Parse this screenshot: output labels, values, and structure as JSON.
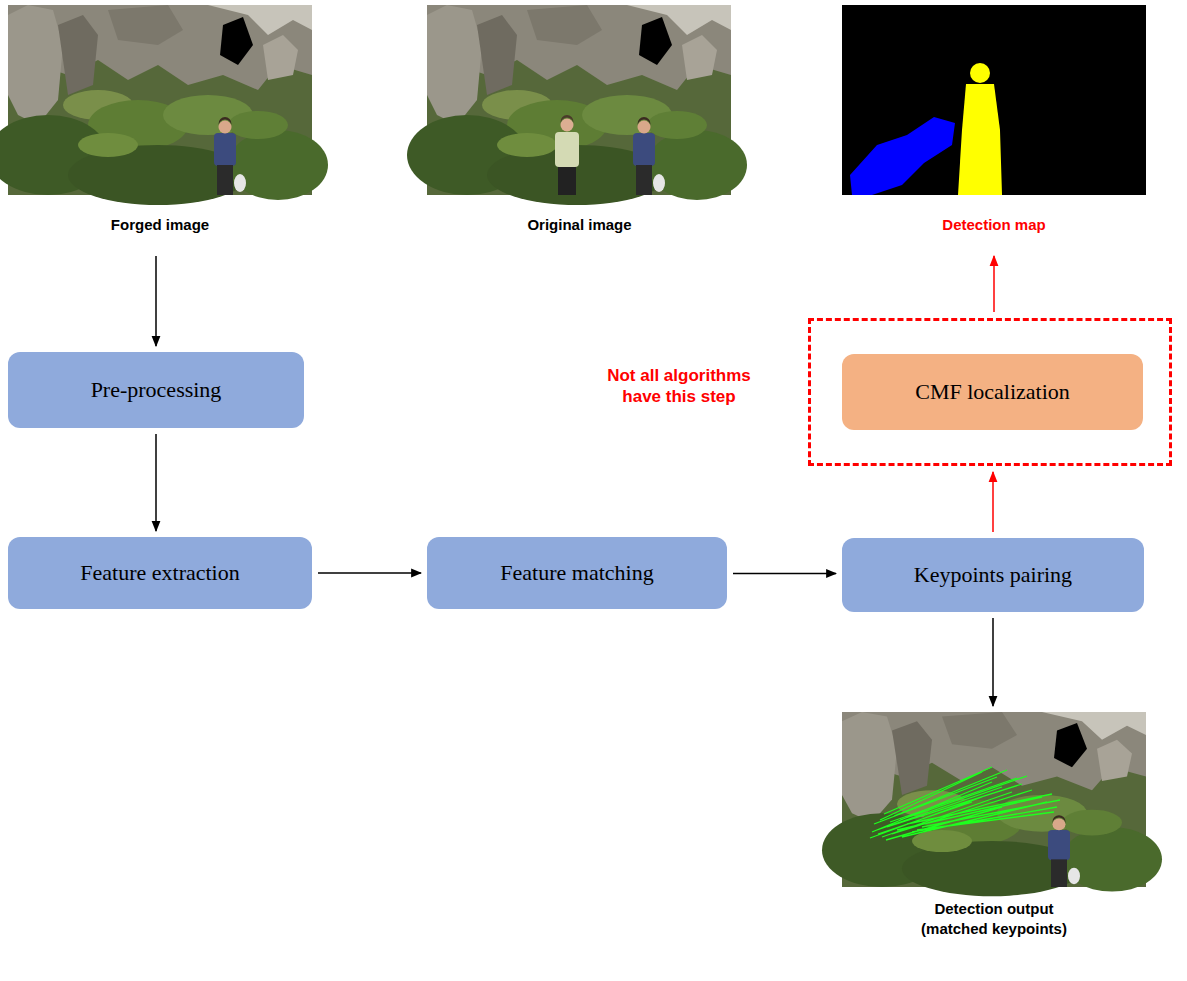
{
  "diagram": {
    "nodes": [
      {
        "text": [
          "Forged image"
        ]
      },
      {
        "text": [
          "Original image"
        ]
      },
      {
        "text": [
          "Detection map"
        ]
      },
      {
        "text": [
          "Pre-processing"
        ]
      },
      {
        "text": [
          "Not all algorithms have this step"
        ]
      },
      {
        "text": [
          "CMF localization"
        ],
        "in": 4
      },
      {
        "text": [
          "Feature extraction"
        ]
      },
      {
        "text": [
          "Feature matching"
        ]
      },
      {
        "text": [
          "Keypoints pairing"
        ]
      },
      {
        "text": [
          "Detection output (matched keypoints)"
        ]
      }
    ],
    "edges": [
      {
        "from": 0,
        "to": 3,
        "arrow": "to"
      },
      {
        "from": 3,
        "to": 6,
        "arrow": "to"
      },
      {
        "from": 6,
        "to": 7,
        "arrow": "to"
      },
      {
        "from": 7,
        "to": 8,
        "arrow": "to"
      },
      {
        "from": 8,
        "to": 4,
        "arrow": "to"
      },
      {
        "from": 4,
        "to": 2,
        "arrow": "to"
      },
      {
        "from": 8,
        "to": 9,
        "arrow": "to"
      }
    ]
  }
}
